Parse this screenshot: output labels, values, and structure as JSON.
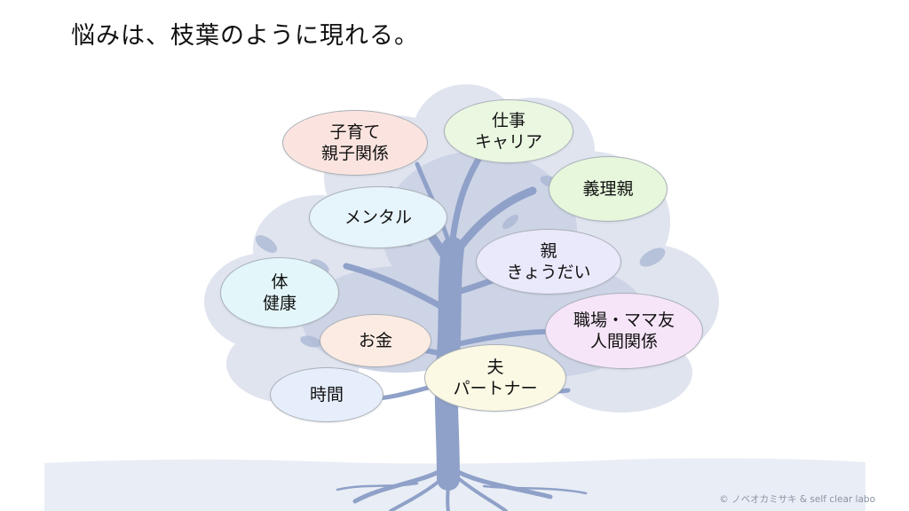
{
  "title": "悩みは、枝葉のように現れる。",
  "bubbles": [
    {
      "lines": [
        "子育て",
        "親子関係"
      ],
      "color": "#fbe4df"
    },
    {
      "lines": [
        "仕事",
        "キャリア"
      ],
      "color": "#eaf7e1"
    },
    {
      "lines": [
        "義理親"
      ],
      "color": "#e6f7dc"
    },
    {
      "lines": [
        "メンタル"
      ],
      "color": "#e6f4fb"
    },
    {
      "lines": [
        "親",
        "きょうだい"
      ],
      "color": "#eae8fb"
    },
    {
      "lines": [
        "体",
        "健康"
      ],
      "color": "#e3f6fa"
    },
    {
      "lines": [
        "職場・ママ友",
        "人間関係"
      ],
      "color": "#f6e5f8"
    },
    {
      "lines": [
        "お金"
      ],
      "color": "#fbebe2"
    },
    {
      "lines": [
        "夫",
        "パートナー"
      ],
      "color": "#fbf9e4"
    },
    {
      "lines": [
        "時間"
      ],
      "color": "#e6eefb"
    }
  ],
  "copyright": "© ノベオカミサキ & self clear labo",
  "colors": {
    "trunk": "#8fa1c8",
    "canopy_light": "#dfe4ef",
    "canopy_mid": "#cdd4e6",
    "ground": "#e9edf5"
  }
}
